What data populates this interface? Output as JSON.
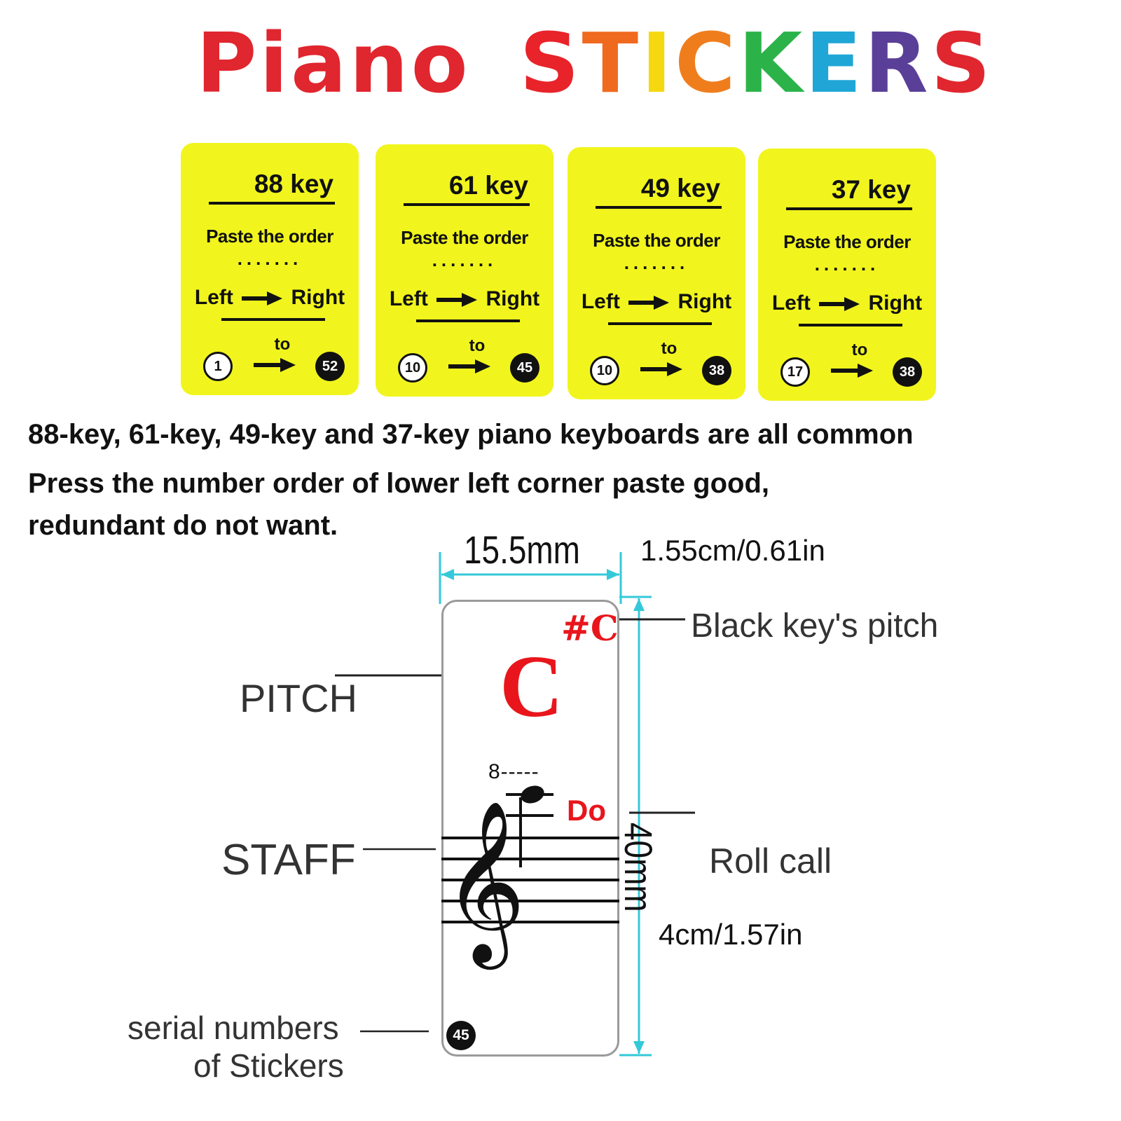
{
  "title": {
    "word1": [
      "P",
      "i",
      "a",
      "n",
      "o"
    ],
    "word2": [
      "S",
      "T",
      "I",
      "C",
      "K",
      "E",
      "R",
      "S"
    ],
    "word1_color": "#e0262e",
    "word2_colors": [
      "#e8232a",
      "#ef6a1f",
      "#f5d80f",
      "#f07d1c",
      "#2bb34a",
      "#1fa6d6",
      "#5a3f99",
      "#e0262e"
    ]
  },
  "cards": [
    {
      "key_label": "88 key",
      "paste": "Paste the order",
      "dots": ".......",
      "left": "Left",
      "right": "Right",
      "to": "to",
      "from": "1",
      "until": "52"
    },
    {
      "key_label": "61 key",
      "paste": "Paste the order",
      "dots": ".......",
      "left": "Left",
      "right": "Right",
      "to": "to",
      "from": "10",
      "until": "45"
    },
    {
      "key_label": "49 key",
      "paste": "Paste the order",
      "dots": ".......",
      "left": "Left",
      "right": "Right",
      "to": "to",
      "from": "10",
      "until": "38"
    },
    {
      "key_label": "37 key",
      "paste": "Paste the order",
      "dots": ".......",
      "left": "Left",
      "right": "Right",
      "to": "to",
      "from": "17",
      "until": "38"
    }
  ],
  "description": {
    "line1": "88-key, 61-key, 49-key and 37-key piano keyboards are all common",
    "line2": "Press the number order of lower left corner paste good,",
    "line3": "redundant do not want."
  },
  "diagram": {
    "width_mm": "15.5mm",
    "width_cm_in": "1.55cm/0.61in",
    "height_mm": "40mm",
    "height_cm_in": "4cm/1.57in",
    "black_key": "#C",
    "pitch_letter": "C",
    "octave_mark": "8-----",
    "roll_call_syllable": "Do",
    "serial": "45",
    "labels": {
      "black_key_pitch": "Black key's pitch",
      "pitch": "PITCH",
      "staff": "STAFF",
      "roll_call": "Roll call",
      "serial_line1": "serial numbers",
      "serial_line2": "of Stickers"
    }
  },
  "colors": {
    "card_yellow": "#f1f51d",
    "dimension_cyan": "#34c9d9",
    "note_red": "#e8161c",
    "sticker_border": "#9a9a9a"
  }
}
